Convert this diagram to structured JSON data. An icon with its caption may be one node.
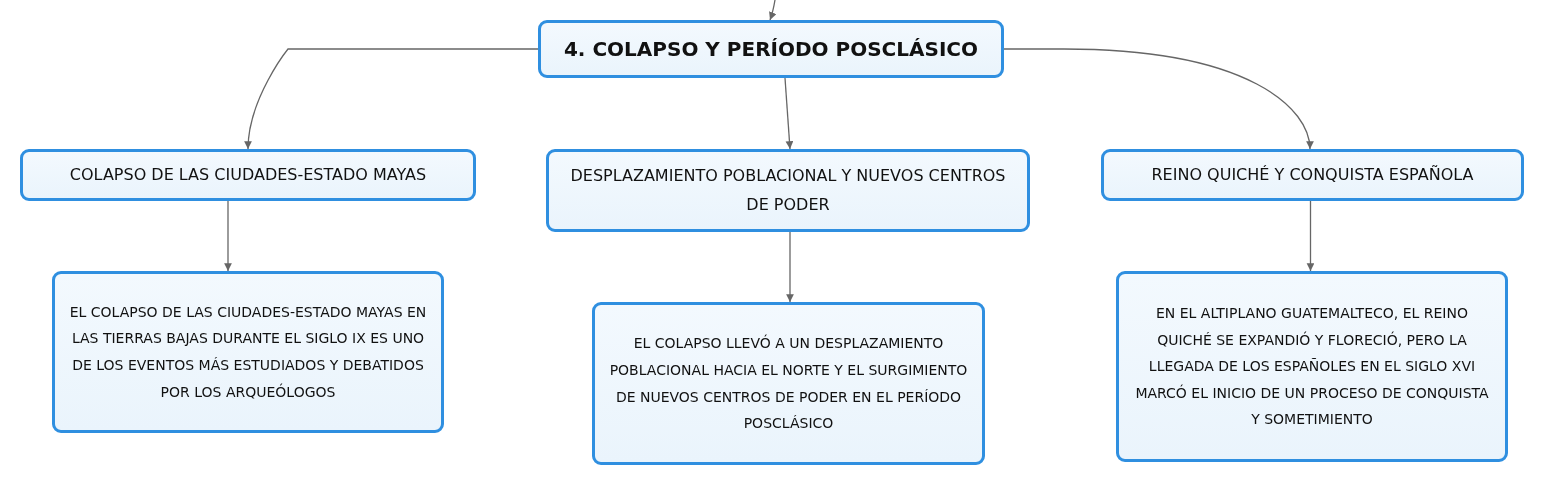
{
  "diagram": {
    "nodes": [
      {
        "text": [
          "4. COLAPSO Y PERÍODO POSCLÁSICO"
        ]
      },
      {
        "text": [
          "COLAPSO DE LAS CIUDADES-ESTADO MAYAS"
        ]
      },
      {
        "text": [
          "DESPLAZAMIENTO POBLACIONAL Y NUEVOS CENTROS DE PODER"
        ]
      },
      {
        "text": [
          "REINO QUICHÉ Y CONQUISTA ESPAÑOLA"
        ]
      },
      {
        "text": [
          "EL COLAPSO DE LAS CIUDADES-ESTADO MAYAS EN LAS TIERRAS BAJAS DURANTE EL SIGLO IX ES UNO DE LOS EVENTOS MÁS ESTUDIADOS Y DEBATIDOS POR LOS ARQUEÓLOGOS"
        ]
      },
      {
        "text": [
          "EL COLAPSO LLEVÓ A UN DESPLAZAMIENTO POBLACIONAL HACIA EL NORTE Y EL SURGIMIENTO DE NUEVOS CENTROS DE PODER EN EL PERÍODO POSCLÁSICO"
        ]
      },
      {
        "text": [
          "EN EL ALTIPLANO GUATEMALTECO, EL REINO QUICHÉ SE EXPANDIÓ Y FLORECIÓ, PERO LA LLEGADA DE LOS ESPAÑOLES EN EL SIGLO XVI MARCÓ EL INICIO DE UN PROCESO DE CONQUISTA Y SOMETIMIENTO"
        ]
      }
    ],
    "edges": [
      {
        "from": null,
        "to": 0,
        "arrow": "to"
      },
      {
        "from": 0,
        "to": 1,
        "arrow": "to"
      },
      {
        "from": 0,
        "to": 2,
        "arrow": "to"
      },
      {
        "from": 0,
        "to": 3,
        "arrow": "to"
      },
      {
        "from": 1,
        "to": 4,
        "arrow": "to"
      },
      {
        "from": 2,
        "to": 5,
        "arrow": "to"
      },
      {
        "from": 3,
        "to": 6,
        "arrow": "to"
      }
    ]
  }
}
